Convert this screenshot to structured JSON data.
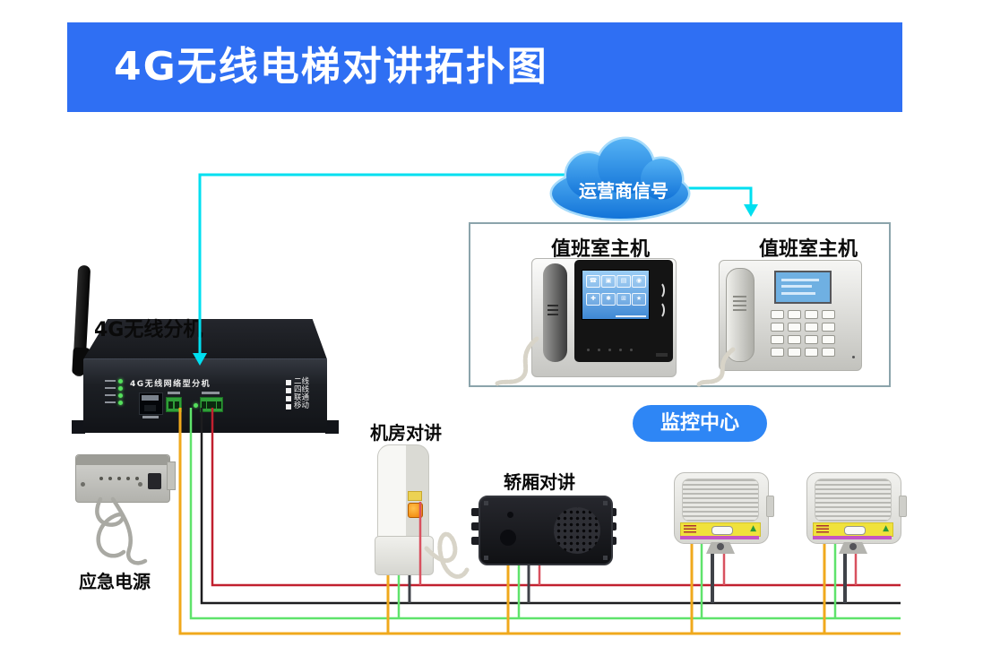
{
  "header": {
    "title": "4G无线电梯对讲拓扑图"
  },
  "cloud": {
    "label": "运营商信号"
  },
  "monitor_box": {
    "hosts": [
      {
        "label": "值班室主机"
      },
      {
        "label": "值班室主机"
      }
    ]
  },
  "monitor_center": {
    "label": "监控中心"
  },
  "extension": {
    "label": "4G无线分机",
    "panel_title": "4G无线网络型分机",
    "modes": [
      "二线",
      "四线",
      "联通",
      "移动"
    ]
  },
  "emergency": {
    "label": "应急电源"
  },
  "machine_room": {
    "label": "机房对讲"
  },
  "car": {
    "label": "轿厢对讲"
  },
  "screen_icons": [
    "☎",
    "▣",
    "▤",
    "◉",
    "✚",
    "✱",
    "⊞",
    "★"
  ],
  "colors": {
    "banner_blue": "#2f6ff3",
    "pill_blue": "#2e86f5",
    "cloud_blue_top": "#55b2f4",
    "cloud_blue_bottom": "#1273d8",
    "cloud_outline": "#a6dbfb",
    "signal_cyan": "#00dff0",
    "wire_yellow": "#f0a91c",
    "wire_green": "#5fe36b",
    "wire_black": "#1d1d1f",
    "wire_red": "#c1202f",
    "wire_red_drop": "#d8515f",
    "wire_dark_drop": "#3f4248",
    "box_border": "#8ba4ab"
  }
}
